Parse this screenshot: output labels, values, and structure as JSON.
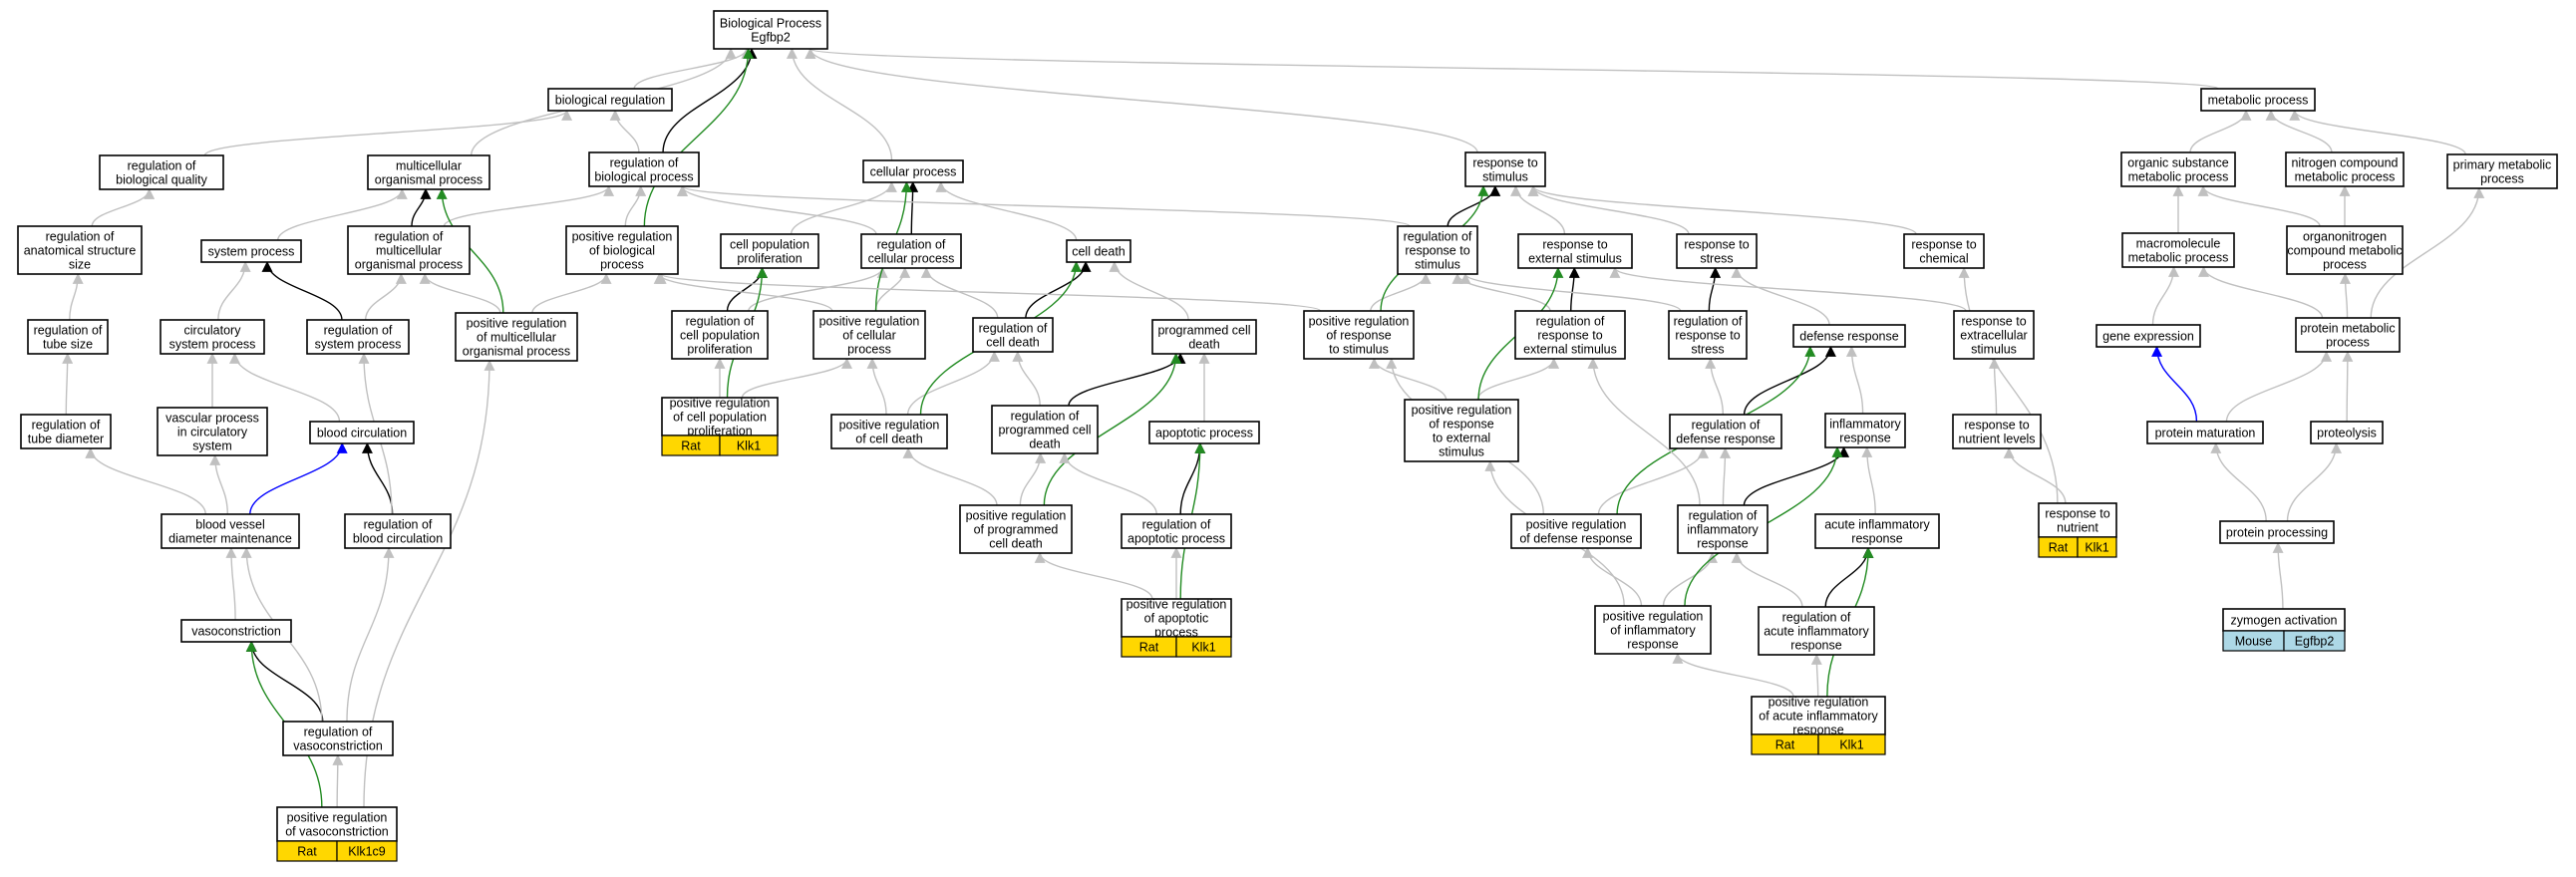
{
  "colors": {
    "is_a": "#c0c0c0",
    "part_of": "#000000",
    "positively_regulates": "#228b22",
    "regulates": "#0000ff",
    "rat_fill": "#ffd700",
    "mouse_fill": "#add8e6"
  },
  "nodes": [
    {
      "id": "bp",
      "lines": [
        "Biological Process",
        "Egfbp2"
      ]
    },
    {
      "id": "breg",
      "lines": [
        "biological regulation"
      ]
    },
    {
      "id": "regbq",
      "lines": [
        "regulation of",
        "biological quality"
      ]
    },
    {
      "id": "mop",
      "lines": [
        "multicellular",
        "organismal process"
      ]
    },
    {
      "id": "regbp",
      "lines": [
        "regulation of",
        "biological process"
      ]
    },
    {
      "id": "cellp",
      "lines": [
        "cellular process"
      ]
    },
    {
      "id": "resps",
      "lines": [
        "response to",
        "stimulus"
      ]
    },
    {
      "id": "metab",
      "lines": [
        "metabolic process"
      ]
    },
    {
      "id": "orgsub",
      "lines": [
        "organic substance",
        "metabolic process"
      ]
    },
    {
      "id": "nitro",
      "lines": [
        "nitrogen compound",
        "metabolic process"
      ]
    },
    {
      "id": "primary",
      "lines": [
        "primary metabolic",
        "process"
      ]
    },
    {
      "id": "regas",
      "lines": [
        "regulation of",
        "anatomical structure",
        "size"
      ]
    },
    {
      "id": "sysp",
      "lines": [
        "system process"
      ]
    },
    {
      "id": "regmop",
      "lines": [
        "regulation of",
        "multicellular",
        "organismal process"
      ]
    },
    {
      "id": "posregbp",
      "lines": [
        "positive regulation",
        "of biological",
        "process"
      ]
    },
    {
      "id": "cpp",
      "lines": [
        "cell population",
        "proliferation"
      ]
    },
    {
      "id": "regcp",
      "lines": [
        "regulation of",
        "cellular process"
      ]
    },
    {
      "id": "celld",
      "lines": [
        "cell death"
      ]
    },
    {
      "id": "regrs",
      "lines": [
        "regulation of",
        "response to",
        "stimulus"
      ]
    },
    {
      "id": "respext",
      "lines": [
        "response to",
        "external stimulus"
      ]
    },
    {
      "id": "respstress",
      "lines": [
        "response to",
        "stress"
      ]
    },
    {
      "id": "respchem",
      "lines": [
        "response to",
        "chemical"
      ]
    },
    {
      "id": "macro",
      "lines": [
        "macromolecule",
        "metabolic process"
      ]
    },
    {
      "id": "organo",
      "lines": [
        "organonitrogen",
        "compound metabolic",
        "process"
      ]
    },
    {
      "id": "regts",
      "lines": [
        "regulation of",
        "tube size"
      ]
    },
    {
      "id": "circ",
      "lines": [
        "circulatory",
        "system process"
      ]
    },
    {
      "id": "regsys",
      "lines": [
        "regulation of",
        "system process"
      ]
    },
    {
      "id": "posregmop",
      "lines": [
        "positive regulation",
        "of multicellular",
        "organismal process"
      ]
    },
    {
      "id": "regcpp",
      "lines": [
        "regulation of",
        "cell population",
        "proliferation"
      ]
    },
    {
      "id": "posregcp",
      "lines": [
        "positive regulation",
        "of cellular",
        "process"
      ]
    },
    {
      "id": "regcd",
      "lines": [
        "regulation of",
        "cell death"
      ]
    },
    {
      "id": "pcd",
      "lines": [
        "programmed cell",
        "death"
      ]
    },
    {
      "id": "posregrs",
      "lines": [
        "positive regulation",
        "of response",
        "to stimulus"
      ]
    },
    {
      "id": "regrext",
      "lines": [
        "regulation of",
        "response to",
        "external stimulus"
      ]
    },
    {
      "id": "regrstress",
      "lines": [
        "regulation of",
        "response to",
        "stress"
      ]
    },
    {
      "id": "defresp",
      "lines": [
        "defense response"
      ]
    },
    {
      "id": "respextra",
      "lines": [
        "response to",
        "extracellular",
        "stimulus"
      ]
    },
    {
      "id": "geneexp",
      "lines": [
        "gene expression"
      ]
    },
    {
      "id": "protmet",
      "lines": [
        "protein metabolic",
        "process"
      ]
    },
    {
      "id": "regtd",
      "lines": [
        "regulation of",
        "tube diameter"
      ]
    },
    {
      "id": "vascp",
      "lines": [
        "vascular process",
        "in circulatory",
        "system"
      ]
    },
    {
      "id": "bloodc",
      "lines": [
        "blood circulation"
      ]
    },
    {
      "id": "poscpp",
      "lines": [
        "positive regulation",
        "of cell population",
        "proliferation"
      ],
      "genes": [
        {
          "label": "Rat",
          "species": "rat"
        },
        {
          "label": "Klk1",
          "species": "rat"
        }
      ]
    },
    {
      "id": "posregcd",
      "lines": [
        "positive regulation",
        "of cell death"
      ]
    },
    {
      "id": "regpcd",
      "lines": [
        "regulation of",
        "programmed cell",
        "death"
      ]
    },
    {
      "id": "apop",
      "lines": [
        "apoptotic process"
      ]
    },
    {
      "id": "posregrext",
      "lines": [
        "positive regulation",
        "of response",
        "to external",
        "stimulus"
      ]
    },
    {
      "id": "regdef",
      "lines": [
        "regulation of",
        "defense response"
      ]
    },
    {
      "id": "inflam",
      "lines": [
        "inflammatory",
        "response"
      ]
    },
    {
      "id": "respnl",
      "lines": [
        "response to",
        "nutrient levels"
      ]
    },
    {
      "id": "protmat",
      "lines": [
        "protein maturation"
      ]
    },
    {
      "id": "proteol",
      "lines": [
        "proteolysis"
      ]
    },
    {
      "id": "bvdm",
      "lines": [
        "blood vessel",
        "diameter maintenance"
      ]
    },
    {
      "id": "regbc",
      "lines": [
        "regulation of",
        "blood circulation"
      ]
    },
    {
      "id": "posregpcd",
      "lines": [
        "positive regulation",
        "of programmed",
        "cell death"
      ]
    },
    {
      "id": "regapop",
      "lines": [
        "regulation of",
        "apoptotic process"
      ]
    },
    {
      "id": "posregdef",
      "lines": [
        "positive regulation",
        "of defense response"
      ]
    },
    {
      "id": "reginflam",
      "lines": [
        "regulation of",
        "inflammatory",
        "response"
      ]
    },
    {
      "id": "acuteinf",
      "lines": [
        "acute inflammatory",
        "response"
      ]
    },
    {
      "id": "respnut",
      "lines": [
        "response to",
        "nutrient"
      ],
      "genes": [
        {
          "label": "Rat",
          "species": "rat"
        },
        {
          "label": "Klk1",
          "species": "rat"
        }
      ]
    },
    {
      "id": "protproc",
      "lines": [
        "protein processing"
      ]
    },
    {
      "id": "vasoc",
      "lines": [
        "vasoconstriction"
      ]
    },
    {
      "id": "posregapop",
      "lines": [
        "positive regulation",
        "of apoptotic",
        "process"
      ],
      "genes": [
        {
          "label": "Rat",
          "species": "rat"
        },
        {
          "label": "Klk1",
          "species": "rat"
        }
      ]
    },
    {
      "id": "posreginflam",
      "lines": [
        "positive regulation",
        "of inflammatory",
        "response"
      ]
    },
    {
      "id": "regacute",
      "lines": [
        "regulation of",
        "acute inflammatory",
        "response"
      ]
    },
    {
      "id": "zymo",
      "lines": [
        "zymogen activation"
      ],
      "genes": [
        {
          "label": "Mouse",
          "species": "mouse"
        },
        {
          "label": "Egfbp2",
          "species": "mouse"
        }
      ]
    },
    {
      "id": "regvaso",
      "lines": [
        "regulation of",
        "vasoconstriction"
      ]
    },
    {
      "id": "posregacute",
      "lines": [
        "positive regulation",
        "of acute inflammatory",
        "response"
      ],
      "genes": [
        {
          "label": "Rat",
          "species": "rat"
        },
        {
          "label": "Klk1",
          "species": "rat"
        }
      ]
    },
    {
      "id": "posregvaso",
      "lines": [
        "positive regulation",
        "of vasoconstriction"
      ],
      "genes": [
        {
          "label": "Rat",
          "species": "rat"
        },
        {
          "label": "Klk1c9",
          "species": "rat"
        }
      ]
    }
  ],
  "edges": [
    {
      "from": "breg",
      "to": "bp",
      "type": "is_a"
    },
    {
      "from": "regbq",
      "to": "breg",
      "type": "is_a"
    },
    {
      "from": "mop",
      "to": "bp",
      "type": "is_a"
    },
    {
      "from": "regbp",
      "to": "breg",
      "type": "is_a"
    },
    {
      "from": "regbp",
      "to": "bp",
      "type": "part_of"
    },
    {
      "from": "cellp",
      "to": "bp",
      "type": "is_a"
    },
    {
      "from": "resps",
      "to": "bp",
      "type": "is_a"
    },
    {
      "from": "metab",
      "to": "bp",
      "type": "is_a"
    },
    {
      "from": "orgsub",
      "to": "metab",
      "type": "is_a"
    },
    {
      "from": "nitro",
      "to": "metab",
      "type": "is_a"
    },
    {
      "from": "primary",
      "to": "metab",
      "type": "is_a"
    },
    {
      "from": "regas",
      "to": "regbq",
      "type": "is_a"
    },
    {
      "from": "sysp",
      "to": "mop",
      "type": "is_a"
    },
    {
      "from": "regmop",
      "to": "mop",
      "type": "part_of"
    },
    {
      "from": "regmop",
      "to": "regbp",
      "type": "is_a"
    },
    {
      "from": "posregbp",
      "to": "regbp",
      "type": "is_a"
    },
    {
      "from": "posregbp",
      "to": "bp",
      "type": "positively_regulates"
    },
    {
      "from": "cpp",
      "to": "cellp",
      "type": "is_a"
    },
    {
      "from": "regcp",
      "to": "regbp",
      "type": "is_a"
    },
    {
      "from": "regcp",
      "to": "cellp",
      "type": "part_of"
    },
    {
      "from": "celld",
      "to": "cellp",
      "type": "is_a"
    },
    {
      "from": "regrs",
      "to": "regbp",
      "type": "is_a"
    },
    {
      "from": "regrs",
      "to": "resps",
      "type": "part_of"
    },
    {
      "from": "respext",
      "to": "resps",
      "type": "is_a"
    },
    {
      "from": "respstress",
      "to": "resps",
      "type": "is_a"
    },
    {
      "from": "respchem",
      "to": "resps",
      "type": "is_a"
    },
    {
      "from": "macro",
      "to": "orgsub",
      "type": "is_a"
    },
    {
      "from": "organo",
      "to": "orgsub",
      "type": "is_a"
    },
    {
      "from": "organo",
      "to": "nitro",
      "type": "is_a"
    },
    {
      "from": "regts",
      "to": "regas",
      "type": "is_a"
    },
    {
      "from": "circ",
      "to": "sysp",
      "type": "is_a"
    },
    {
      "from": "regsys",
      "to": "sysp",
      "type": "part_of"
    },
    {
      "from": "regsys",
      "to": "regmop",
      "type": "is_a"
    },
    {
      "from": "posregmop",
      "to": "regmop",
      "type": "is_a"
    },
    {
      "from": "posregmop",
      "to": "posregbp",
      "type": "is_a"
    },
    {
      "from": "posregmop",
      "to": "mop",
      "type": "positively_regulates"
    },
    {
      "from": "regcpp",
      "to": "cpp",
      "type": "part_of"
    },
    {
      "from": "regcpp",
      "to": "regcp",
      "type": "is_a"
    },
    {
      "from": "posregcp",
      "to": "regcp",
      "type": "is_a"
    },
    {
      "from": "posregcp",
      "to": "posregbp",
      "type": "is_a"
    },
    {
      "from": "posregcp",
      "to": "cellp",
      "type": "positively_regulates"
    },
    {
      "from": "regcd",
      "to": "celld",
      "type": "part_of"
    },
    {
      "from": "regcd",
      "to": "regcp",
      "type": "is_a"
    },
    {
      "from": "pcd",
      "to": "celld",
      "type": "is_a"
    },
    {
      "from": "posregrs",
      "to": "regrs",
      "type": "is_a"
    },
    {
      "from": "posregrs",
      "to": "posregbp",
      "type": "is_a"
    },
    {
      "from": "posregrs",
      "to": "resps",
      "type": "positively_regulates"
    },
    {
      "from": "regrext",
      "to": "respext",
      "type": "part_of"
    },
    {
      "from": "regrext",
      "to": "regrs",
      "type": "is_a"
    },
    {
      "from": "regrstress",
      "to": "respstress",
      "type": "part_of"
    },
    {
      "from": "regrstress",
      "to": "regrs",
      "type": "is_a"
    },
    {
      "from": "defresp",
      "to": "respstress",
      "type": "is_a"
    },
    {
      "from": "respextra",
      "to": "respext",
      "type": "is_a"
    },
    {
      "from": "geneexp",
      "to": "macro",
      "type": "is_a"
    },
    {
      "from": "protmet",
      "to": "macro",
      "type": "is_a"
    },
    {
      "from": "protmet",
      "to": "organo",
      "type": "is_a"
    },
    {
      "from": "protmet",
      "to": "primary",
      "type": "is_a"
    },
    {
      "from": "regtd",
      "to": "regts",
      "type": "is_a"
    },
    {
      "from": "vascp",
      "to": "circ",
      "type": "is_a"
    },
    {
      "from": "bloodc",
      "to": "circ",
      "type": "is_a"
    },
    {
      "from": "poscpp",
      "to": "regcpp",
      "type": "is_a"
    },
    {
      "from": "poscpp",
      "to": "posregcp",
      "type": "is_a"
    },
    {
      "from": "poscpp",
      "to": "cpp",
      "type": "positively_regulates"
    },
    {
      "from": "posregcd",
      "to": "regcd",
      "type": "is_a"
    },
    {
      "from": "posregcd",
      "to": "posregcp",
      "type": "is_a"
    },
    {
      "from": "posregcd",
      "to": "celld",
      "type": "positively_regulates"
    },
    {
      "from": "regpcd",
      "to": "pcd",
      "type": "part_of"
    },
    {
      "from": "regpcd",
      "to": "regcd",
      "type": "is_a"
    },
    {
      "from": "apop",
      "to": "pcd",
      "type": "is_a"
    },
    {
      "from": "posregrext",
      "to": "regrext",
      "type": "is_a"
    },
    {
      "from": "posregrext",
      "to": "posregrs",
      "type": "is_a"
    },
    {
      "from": "posregrext",
      "to": "respext",
      "type": "positively_regulates"
    },
    {
      "from": "regdef",
      "to": "defresp",
      "type": "part_of"
    },
    {
      "from": "regdef",
      "to": "regrstress",
      "type": "is_a"
    },
    {
      "from": "inflam",
      "to": "defresp",
      "type": "is_a"
    },
    {
      "from": "respnl",
      "to": "respextra",
      "type": "is_a"
    },
    {
      "from": "protmat",
      "to": "protmet",
      "type": "is_a"
    },
    {
      "from": "protmat",
      "to": "geneexp",
      "type": "regulates"
    },
    {
      "from": "proteol",
      "to": "protmet",
      "type": "is_a"
    },
    {
      "from": "bvdm",
      "to": "regtd",
      "type": "is_a"
    },
    {
      "from": "bvdm",
      "to": "vascp",
      "type": "is_a"
    },
    {
      "from": "bvdm",
      "to": "bloodc",
      "type": "regulates"
    },
    {
      "from": "regbc",
      "to": "bloodc",
      "type": "part_of"
    },
    {
      "from": "regbc",
      "to": "regsys",
      "type": "is_a"
    },
    {
      "from": "posregpcd",
      "to": "regpcd",
      "type": "is_a"
    },
    {
      "from": "posregpcd",
      "to": "posregcd",
      "type": "is_a"
    },
    {
      "from": "posregpcd",
      "to": "pcd",
      "type": "positively_regulates"
    },
    {
      "from": "regapop",
      "to": "apop",
      "type": "part_of"
    },
    {
      "from": "regapop",
      "to": "regpcd",
      "type": "is_a"
    },
    {
      "from": "posregdef",
      "to": "regdef",
      "type": "is_a"
    },
    {
      "from": "posregdef",
      "to": "posregrs",
      "type": "is_a"
    },
    {
      "from": "posregdef",
      "to": "defresp",
      "type": "positively_regulates"
    },
    {
      "from": "reginflam",
      "to": "inflam",
      "type": "part_of"
    },
    {
      "from": "reginflam",
      "to": "regdef",
      "type": "is_a"
    },
    {
      "from": "reginflam",
      "to": "regrext",
      "type": "is_a"
    },
    {
      "from": "acuteinf",
      "to": "inflam",
      "type": "is_a"
    },
    {
      "from": "respnut",
      "to": "respnl",
      "type": "is_a"
    },
    {
      "from": "respnut",
      "to": "respchem",
      "type": "is_a"
    },
    {
      "from": "protproc",
      "to": "protmat",
      "type": "is_a"
    },
    {
      "from": "protproc",
      "to": "proteol",
      "type": "is_a"
    },
    {
      "from": "vasoc",
      "to": "bvdm",
      "type": "is_a"
    },
    {
      "from": "posregapop",
      "to": "regapop",
      "type": "is_a"
    },
    {
      "from": "posregapop",
      "to": "posregpcd",
      "type": "is_a"
    },
    {
      "from": "posregapop",
      "to": "apop",
      "type": "positively_regulates"
    },
    {
      "from": "posreginflam",
      "to": "reginflam",
      "type": "is_a"
    },
    {
      "from": "posreginflam",
      "to": "posregdef",
      "type": "is_a"
    },
    {
      "from": "posreginflam",
      "to": "posregrext",
      "type": "is_a"
    },
    {
      "from": "posreginflam",
      "to": "inflam",
      "type": "positively_regulates"
    },
    {
      "from": "regacute",
      "to": "acuteinf",
      "type": "part_of"
    },
    {
      "from": "regacute",
      "to": "reginflam",
      "type": "is_a"
    },
    {
      "from": "zymo",
      "to": "protproc",
      "type": "is_a"
    },
    {
      "from": "regvaso",
      "to": "vasoc",
      "type": "part_of"
    },
    {
      "from": "regvaso",
      "to": "bvdm",
      "type": "is_a"
    },
    {
      "from": "regvaso",
      "to": "regbc",
      "type": "is_a"
    },
    {
      "from": "posregacute",
      "to": "regacute",
      "type": "is_a"
    },
    {
      "from": "posregacute",
      "to": "posreginflam",
      "type": "is_a"
    },
    {
      "from": "posregacute",
      "to": "acuteinf",
      "type": "positively_regulates"
    },
    {
      "from": "posregvaso",
      "to": "regvaso",
      "type": "is_a"
    },
    {
      "from": "posregvaso",
      "to": "posregmop",
      "type": "is_a"
    },
    {
      "from": "posregvaso",
      "to": "vasoc",
      "type": "positively_regulates"
    }
  ]
}
